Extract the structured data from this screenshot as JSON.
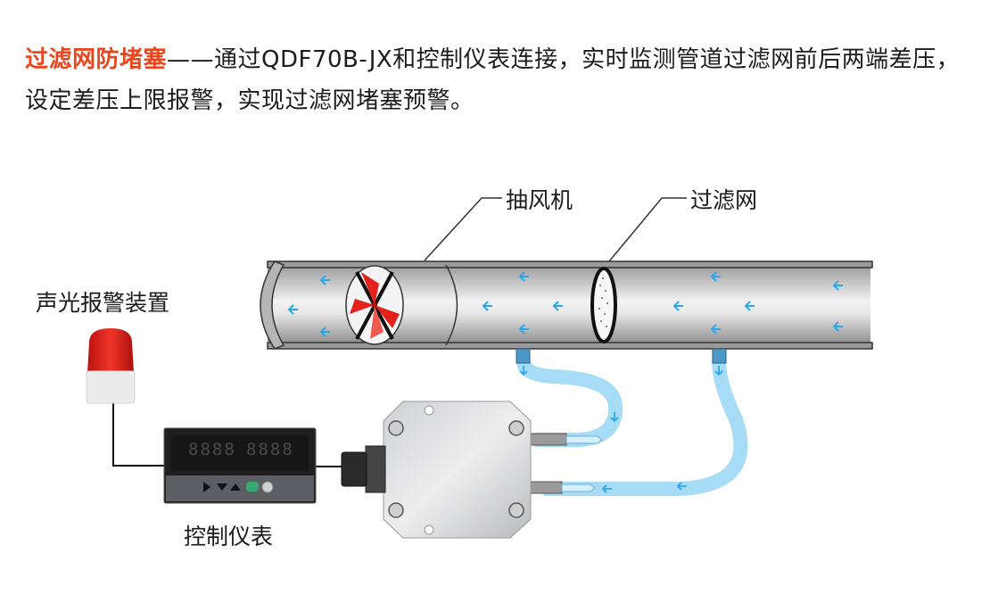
{
  "intro": {
    "highlight": "过滤网防堵塞",
    "dash": "——",
    "text": "通过QDF70B-JX和控制仪表连接，实时监测管道过滤网前后两端差压，设定差压上限报警，实现过滤网堵塞预警。"
  },
  "labels": {
    "fan": "抽风机",
    "filter": "过滤网",
    "alarm": "声光报警装置",
    "controller": "控制仪表"
  },
  "meter": {
    "display_left": "8888",
    "display_right": "8888"
  },
  "colors": {
    "accent": "#e8461f",
    "tube": "#8fd3f4",
    "arrow": "#2aa7e8",
    "alarm_red": "#e3231b"
  }
}
